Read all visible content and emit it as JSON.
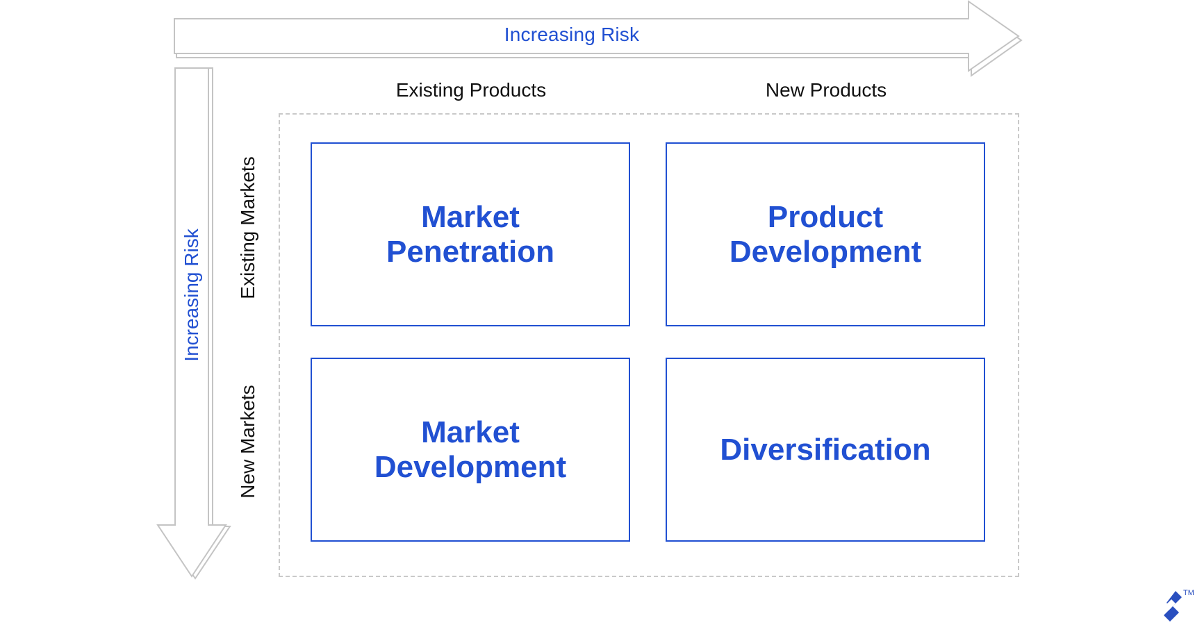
{
  "risk_axes": {
    "horizontal_label": "Increasing Risk",
    "vertical_label": "Increasing Risk"
  },
  "columns": {
    "left": "Existing Products",
    "right": "New Products"
  },
  "rows": {
    "top": "Existing Markets",
    "bottom": "New Markets"
  },
  "quadrants": [
    {
      "title": "Market\nPenetration"
    },
    {
      "title": "Product\nDevelopment"
    },
    {
      "title": "Market\nDevelopment"
    },
    {
      "title": "Diversification"
    }
  ],
  "logo": {
    "icon": "toptal-logo-icon",
    "mark": "TM"
  },
  "colors": {
    "accent": "#2150d2",
    "arrow_stroke": "#c4c4c4",
    "frame_dash": "#c9c9c9",
    "text": "#111111"
  }
}
